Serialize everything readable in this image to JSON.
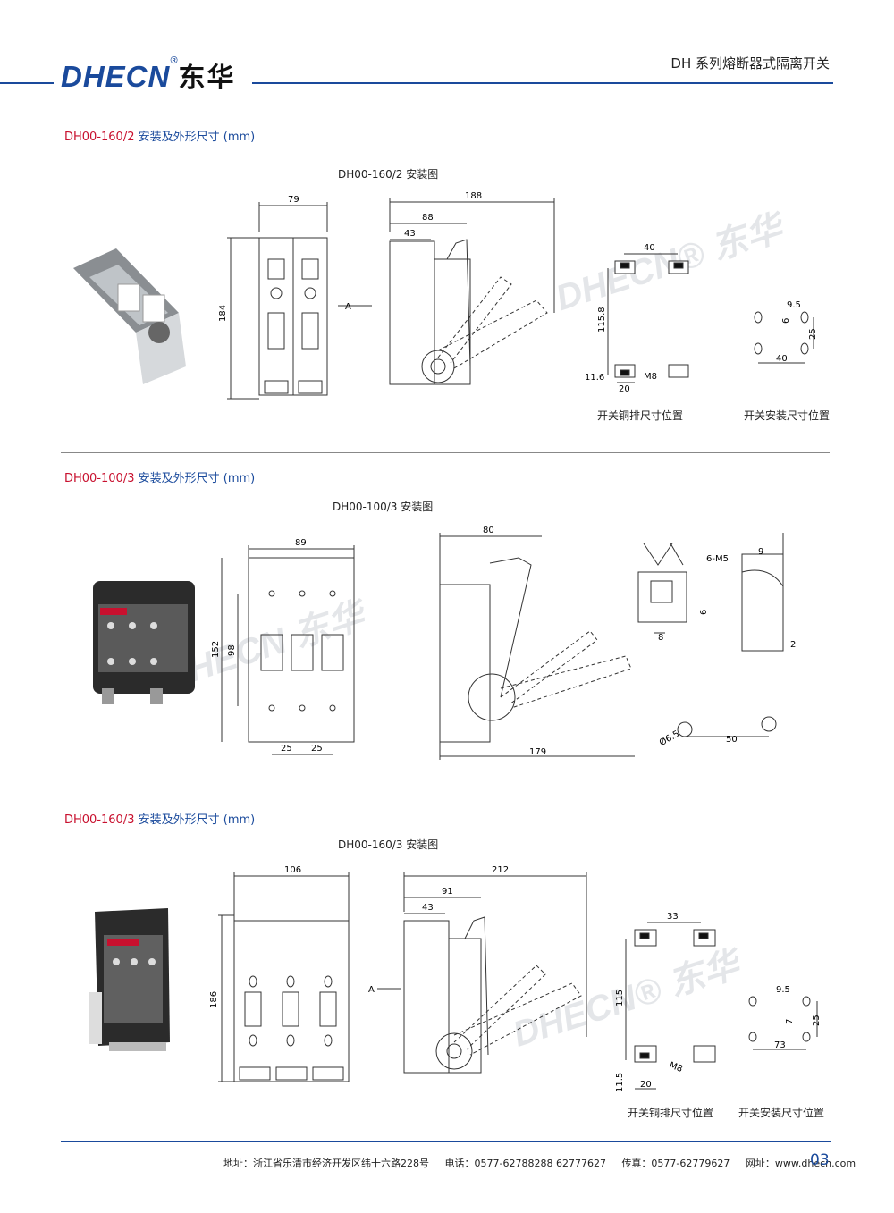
{
  "header": {
    "logo_text": "DHECN",
    "logo_reg": "®",
    "logo_cn": "东华",
    "series_title": "DH 系列熔断器式隔离开关"
  },
  "sections": [
    {
      "code": "DH00-160/2",
      "title_rest": " 安装及外形尺寸 (mm)",
      "caption": "DH00-160/2 安装图",
      "dims": {
        "w": "79",
        "h": "184",
        "a": "A",
        "side_total": "188",
        "side_mid": "88",
        "side_small": "43",
        "bus_w": "40",
        "bus_h": "115.8",
        "bus_off": "11.6",
        "bus_base": "20",
        "bus_bolt": "M8",
        "mnt_a": "9.5",
        "mnt_b": "6",
        "mnt_c": "25",
        "mnt_d": "40"
      },
      "label_bus": "开关铜排尺寸位置",
      "label_mount": "开关安装尺寸位置"
    },
    {
      "code": "DH00-100/3",
      "title_rest": " 安装及外形尺寸 (mm)",
      "caption": "DH00-100/3 安装图",
      "dims": {
        "w": "89",
        "h1": "152",
        "h2": "98",
        "p1": "25",
        "p2": "25",
        "side_top": "80",
        "side_bottom": "179",
        "bolt": "6-M5",
        "t1": "6",
        "t2": "8",
        "r1": "9",
        "r2": "2",
        "hole": "Ø6.5",
        "hole_dist": "50"
      }
    },
    {
      "code": "DH00-160/3",
      "title_rest": " 安装及外形尺寸 (mm)",
      "caption": "DH00-160/3 安装图",
      "dims": {
        "w": "106",
        "h": "186",
        "a": "A",
        "side_total": "212",
        "side_mid": "91",
        "side_small": "43",
        "bus_w": "33",
        "bus_h": "115",
        "bus_off": "11.5",
        "bus_base": "20",
        "bus_bolt": "M8",
        "mnt_a": "9.5",
        "mnt_b": "7",
        "mnt_c": "25",
        "mnt_d": "73"
      },
      "label_bus": "开关铜排尺寸位置",
      "label_mount": "开关安装尺寸位置"
    }
  ],
  "footer": {
    "address": "地址：浙江省乐清市经济开发区纬十六路228号",
    "phone": "电话：0577-62788288   62777627",
    "fax": "传真：0577-62779627",
    "web": "网址：www.dhecn.com",
    "page": "03"
  }
}
